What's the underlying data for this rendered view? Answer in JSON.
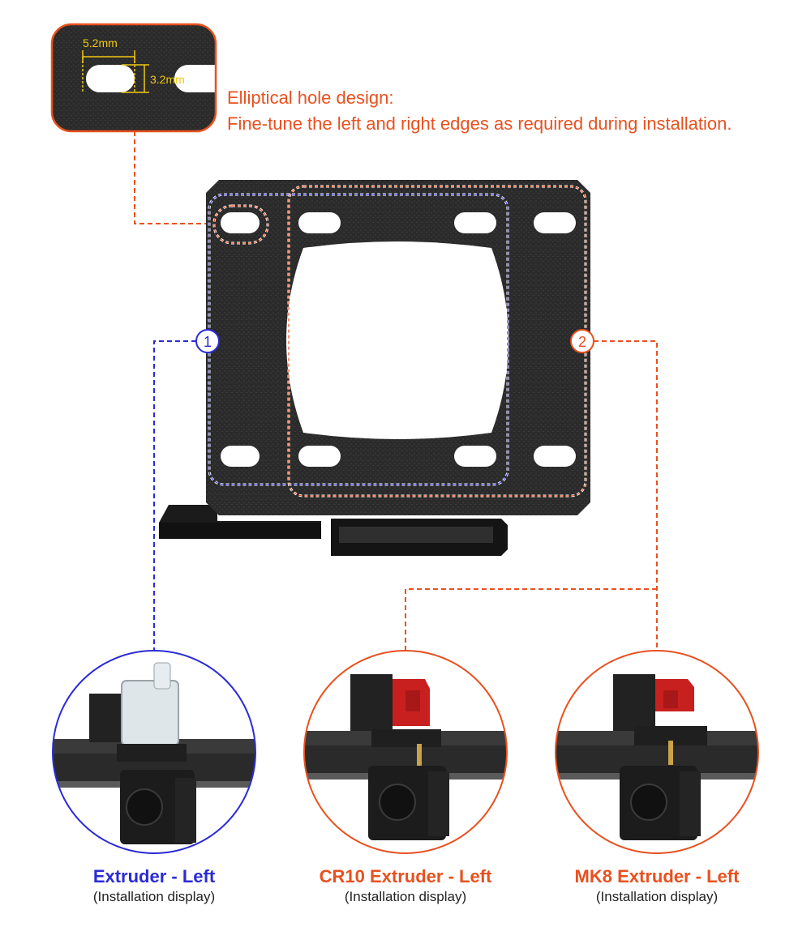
{
  "callout": {
    "line1": "Elliptical hole design:",
    "line2": "Fine-tune the left and right edges as required during installation."
  },
  "dimensions": {
    "width": "5.2mm",
    "height": "3.2mm"
  },
  "badges": {
    "one": "1",
    "two": "2"
  },
  "captions": [
    {
      "title": "Extruder - Left",
      "sub": "(Installation display)"
    },
    {
      "title": "CR10 Extruder - Left",
      "sub": "(Installation display)"
    },
    {
      "title": "MK8 Extruder - Left",
      "sub": "(Installation display)"
    }
  ],
  "colors": {
    "accent_orange": "#e8511f",
    "accent_blue": "#2b2bd6",
    "plate": "#2a2a2a",
    "dimension_yellow": "#f2c811",
    "extruder_red": "#c8201e"
  }
}
